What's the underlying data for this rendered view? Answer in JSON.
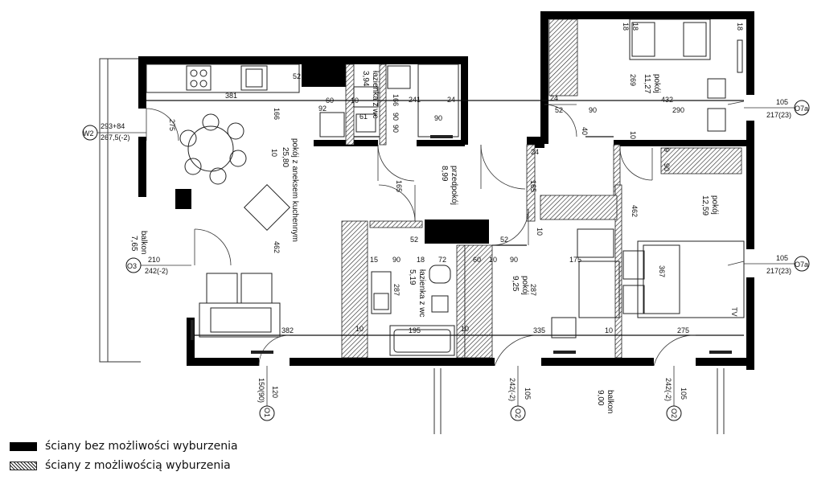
{
  "rooms": {
    "living": "pokój z aneksem kuchennym",
    "living_area": "25,80",
    "bath1": "łazienka z wc",
    "bath1_area": "3,94",
    "hall": "przedpokój",
    "hall_area": "8,99",
    "room_ne": "pokój",
    "room_ne_area": "11,27",
    "room_e": "pokój",
    "room_e_area": "12,59",
    "bath2": "łazienka z wc",
    "bath2_area": "5,19",
    "room_c": "pokój",
    "room_c_area": "9,25",
    "balcony_w": "balkon",
    "balcony_w_area": "7,65",
    "balcony_s": "balkon",
    "balcony_s_area": "9,00"
  },
  "dims": {
    "d381": "381",
    "d166": "166",
    "d52a": "52",
    "d60a": "60",
    "d92": "92",
    "d61": "61",
    "d10a": "10",
    "d90a": "90",
    "d166b": "166",
    "d241": "241",
    "d24a": "24",
    "d90b": "90",
    "d10b": "10",
    "d90c": "90",
    "d275": "275",
    "d24b": "24",
    "d52b": "52",
    "d90d": "90",
    "d432": "432",
    "d290": "290",
    "d269": "269",
    "d10c": "10",
    "d40": "40",
    "d24c": "24",
    "d165a": "165",
    "d165b": "165",
    "d10d": "10",
    "d90e": "90",
    "d462a": "462",
    "d462b": "462",
    "d52c": "52",
    "d52d": "52",
    "d10e": "10",
    "d15": "15",
    "d90f": "90",
    "d18a": "18",
    "d72": "72",
    "d60b": "60",
    "d10f": "10",
    "d90g": "90",
    "d175": "175",
    "d367": "367",
    "d287a": "287",
    "d287b": "287",
    "d382": "382",
    "d10g": "10",
    "d195": "195",
    "d335": "335",
    "d10h": "10",
    "d275b": "275",
    "d18b": "18",
    "d18c": "18",
    "d18d": "18",
    "d10i": "10",
    "d9": "9",
    "tv": "TV"
  },
  "windows": {
    "w2_code": "W2",
    "w2_a": "293+84",
    "w2_b": "267,5(-2)",
    "o3_code": "O3",
    "o3_a": "210",
    "o3_b": "242(-2)",
    "o7a1_code": "O7a",
    "o7a1_a": "105",
    "o7a1_b": "217(23)",
    "o7a2_code": "O7a",
    "o7a2_a": "105",
    "o7a2_b": "217(23)",
    "o1_code": "O1",
    "o1_a": "120",
    "o1_b": "150(90)",
    "o2a_code": "O2",
    "o2a_a": "105",
    "o2a_b": "242(-2)",
    "o2b_code": "O2",
    "o2b_a": "105",
    "o2b_b": "242(-2)"
  },
  "legend": {
    "solid": "ściany bez możliwości wyburzenia",
    "hatched": "ściany z możliwością wyburzenia"
  }
}
